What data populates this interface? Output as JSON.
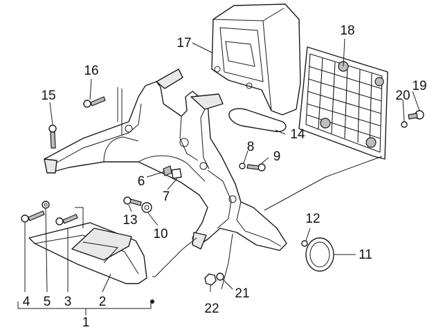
{
  "callouts": {
    "n1": "1",
    "n2": "2",
    "n3": "3",
    "n4": "4",
    "n5": "5",
    "n6": "6",
    "n7": "7",
    "n8": "8",
    "n9": "9",
    "n10": "10",
    "n11": "11",
    "n12": "12",
    "n13": "13",
    "n14": "14",
    "n15": "15",
    "n16": "16",
    "n17": "17",
    "n18": "18",
    "n19": "19",
    "n20": "20",
    "n21": "21",
    "n22": "22"
  },
  "colors": {
    "line": "#1a1a1a",
    "background": "#ffffff",
    "shade": "#e8e8e8"
  }
}
